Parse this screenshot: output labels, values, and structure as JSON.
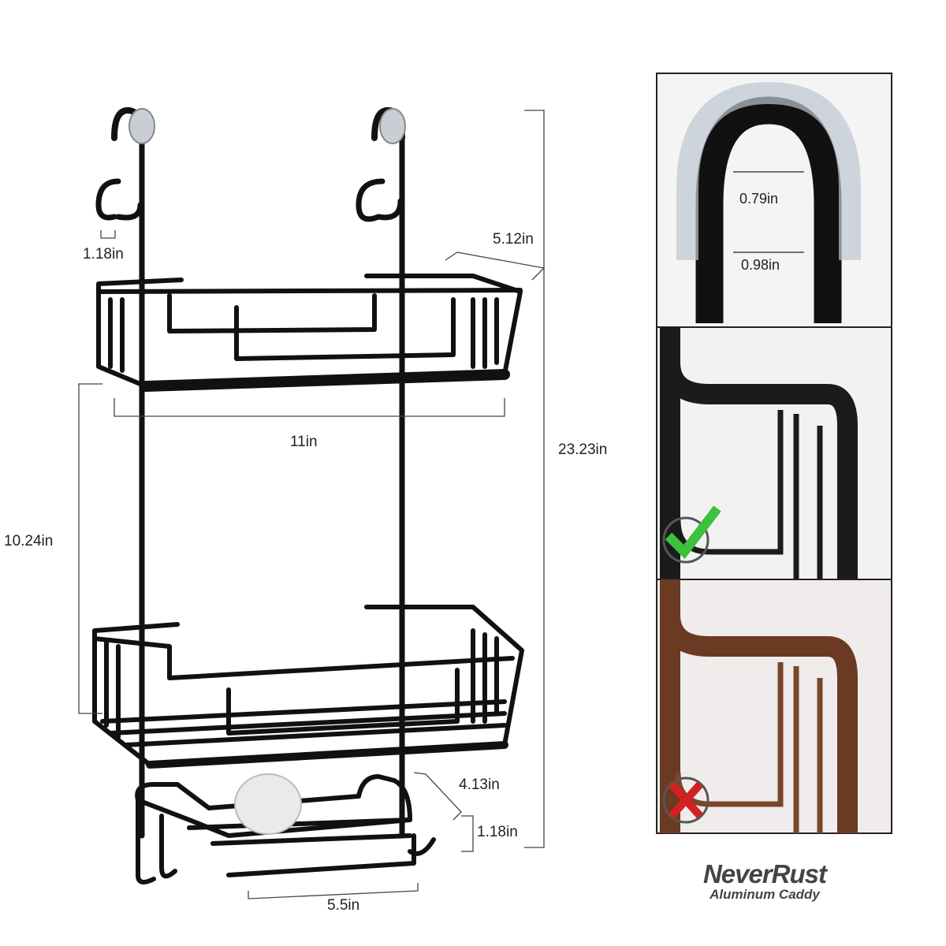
{
  "dimensions": {
    "hook_gap": "1.18in",
    "depth": "5.12in",
    "width": "11in",
    "height_total": "23.23in",
    "shelf_spacing": "10.24in",
    "soap_depth": "4.13in",
    "soap_height": "1.18in",
    "soap_width": "5.5in"
  },
  "detail": {
    "inner_gap": "0.79in",
    "door_thickness": "0.98in"
  },
  "comparison": {
    "good_icon": "check-icon",
    "bad_icon": "x-icon",
    "good_color": "#3cc23c",
    "bad_color": "#d42020",
    "rust_color": "#6b3a22"
  },
  "brand": {
    "name": "NeverRust",
    "tagline": "Aluminum Caddy"
  }
}
